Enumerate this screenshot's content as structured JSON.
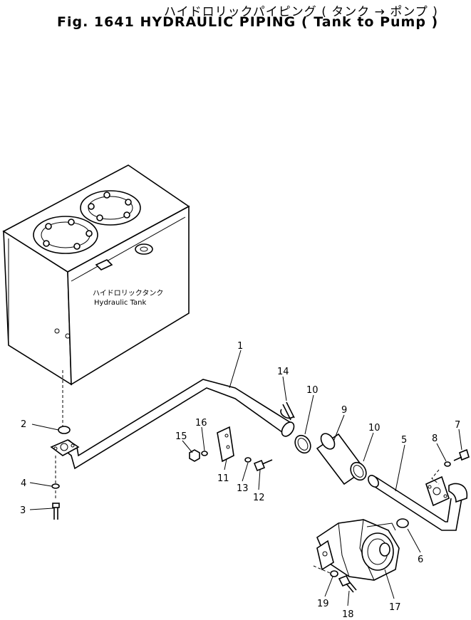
{
  "title": {
    "jp_line": "ハイドロリックパイピング",
    "jp_sub": "タンク → ポンプ",
    "fig_label": "Fig. 1641",
    "en_title": "HYDRAULIC PIPING",
    "en_sub": "Tank to Pump"
  },
  "tank": {
    "label_jp": "ハイドロリックタンク",
    "label_en": "Hydraulic Tank"
  },
  "callouts": [
    "1",
    "2",
    "3",
    "4",
    "5",
    "6",
    "7",
    "8",
    "9",
    "10",
    "10",
    "11",
    "12",
    "13",
    "14",
    "15",
    "16",
    "17",
    "18",
    "19"
  ]
}
